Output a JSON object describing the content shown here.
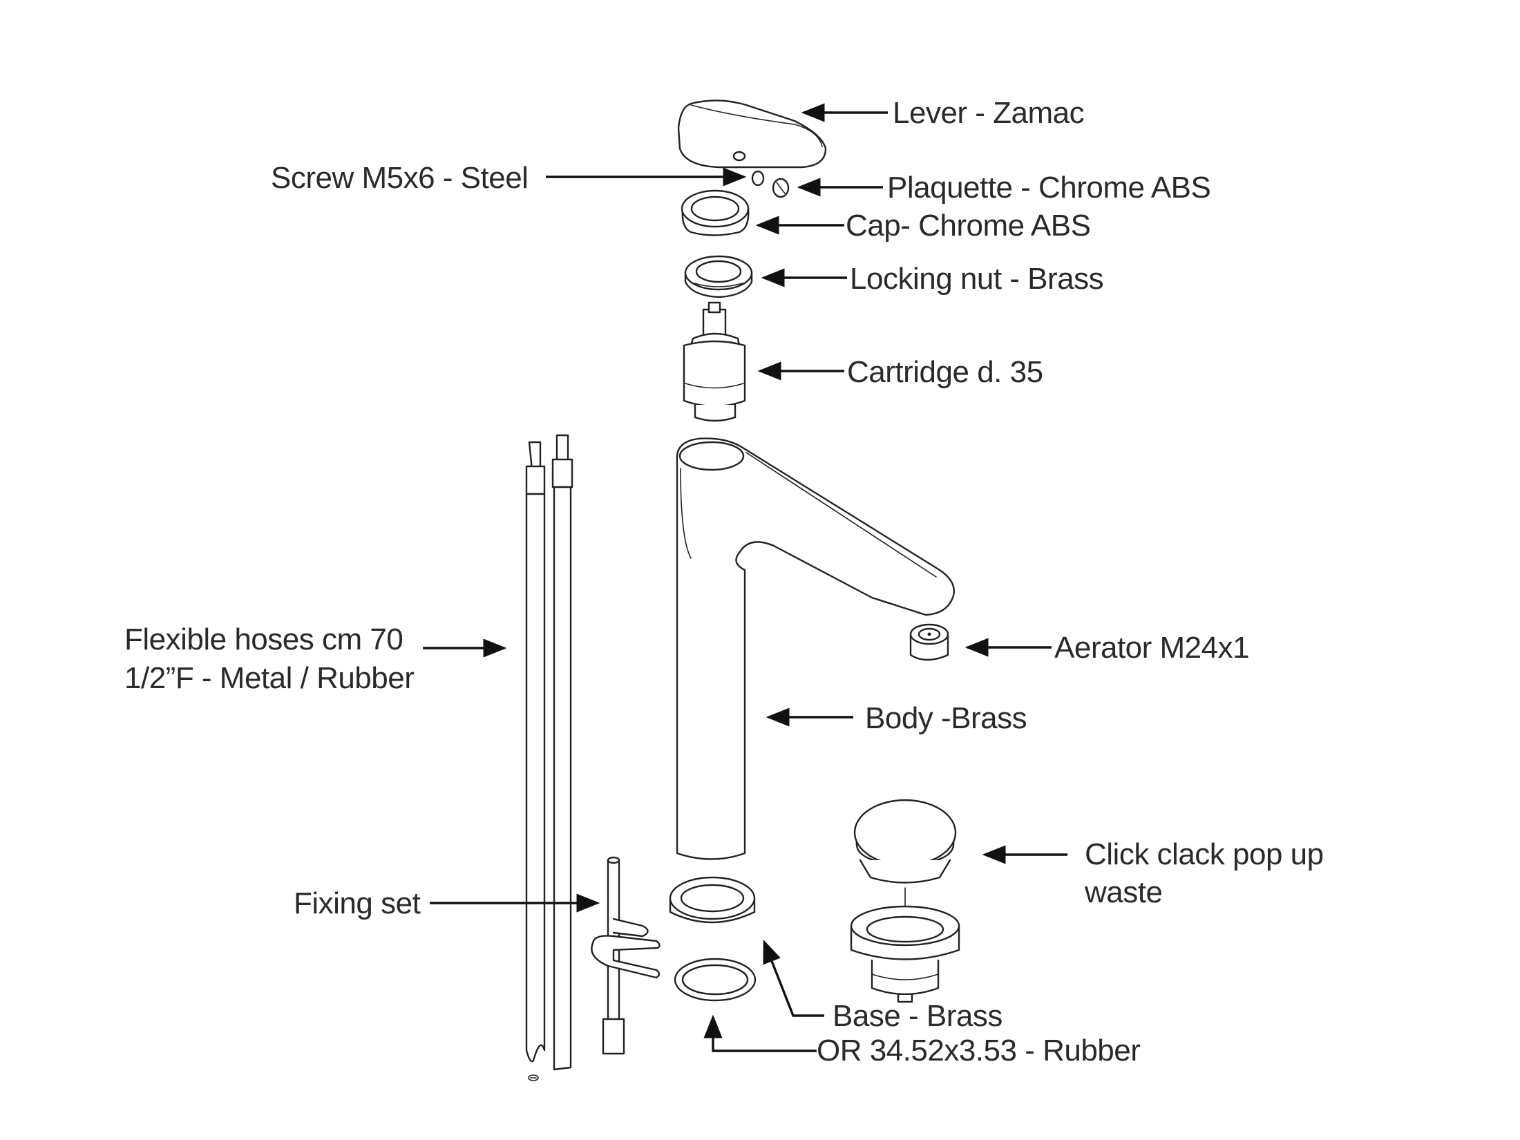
{
  "diagram": {
    "labels": {
      "lever": "Lever - Zamac",
      "screw": "Screw M5x6 - Steel",
      "plaquette": "Plaquette - Chrome ABS",
      "cap": "Cap- Chrome ABS",
      "locking_nut": "Locking nut - Brass",
      "cartridge": "Cartridge d. 35",
      "hoses_line1": "Flexible hoses cm 70",
      "hoses_line2": "1/2”F - Metal / Rubber",
      "aerator": "Aerator M24x1",
      "body": "Body -Brass",
      "waste_line1": "Click clack pop up",
      "waste_line2": "waste",
      "fixing_set": "Fixing set",
      "base": "Base - Brass",
      "o_ring": "OR 34.52x3.53 - Rubber"
    },
    "colors": {
      "line": "#222222",
      "text": "#2a2a2a",
      "background": "#ffffff"
    }
  }
}
